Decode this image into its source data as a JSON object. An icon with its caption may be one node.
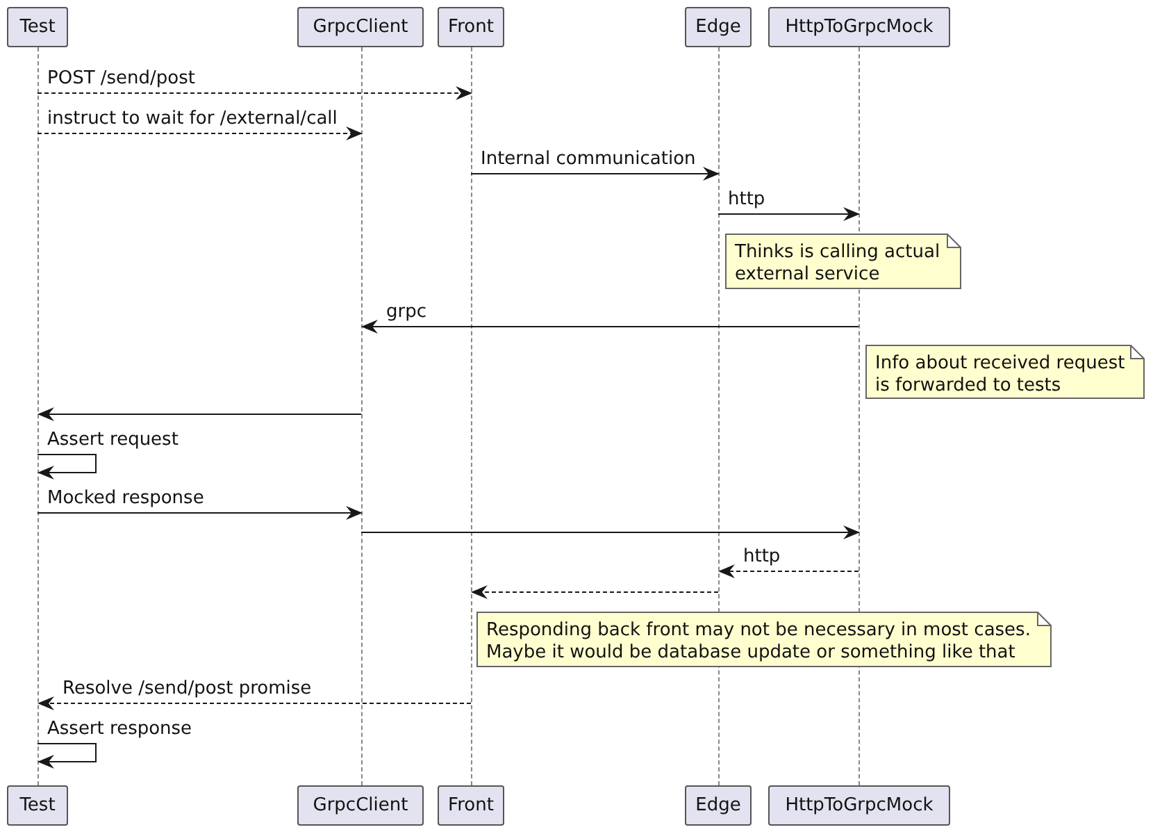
{
  "diagram": {
    "nodes": [
      {
        "text": [
          "Test"
        ]
      },
      {
        "text": [
          "GrpcClient"
        ]
      },
      {
        "text": [
          "Front"
        ]
      },
      {
        "text": [
          "Edge"
        ]
      },
      {
        "text": [
          "HttpToGrpcMock"
        ]
      },
      {
        "text": [
          "Thinks is calling actual external service"
        ]
      },
      {
        "text": [
          "Info about received request is forwarded to tests"
        ]
      },
      {
        "text": [
          "Responding back front may not be necessary in most cases. Maybe it would be database update or something like that"
        ]
      },
      {
        "text": [
          "Test"
        ]
      },
      {
        "text": [
          "GrpcClient"
        ]
      },
      {
        "text": [
          "Front"
        ]
      },
      {
        "text": [
          "Edge"
        ]
      },
      {
        "text": [
          "HttpToGrpcMock"
        ]
      },
      {
        "text": [],
        "shape": "line"
      },
      {
        "text": [],
        "shape": "line"
      },
      {
        "text": [],
        "shape": "line"
      },
      {
        "text": [],
        "shape": "line"
      },
      {
        "text": [],
        "shape": "line"
      }
    ],
    "edges": [
      {
        "from": 13,
        "to": 15,
        "arrow": "to",
        "label": "POST /send/post",
        "style": "dashed"
      },
      {
        "from": 13,
        "to": 14,
        "arrow": "to",
        "label": "instruct to wait for /external/call",
        "style": "dashed"
      },
      {
        "from": 15,
        "to": 16,
        "arrow": "to",
        "label": "Internal communication"
      },
      {
        "from": 16,
        "to": 17,
        "arrow": "to",
        "label": "http"
      },
      {
        "from": 17,
        "to": 14,
        "arrow": "to",
        "label": "grpc"
      },
      {
        "from": 14,
        "to": 13,
        "arrow": "to"
      },
      {
        "from": 13,
        "to": 13,
        "arrow": "to",
        "label": "Assert request"
      },
      {
        "from": 13,
        "to": 14,
        "arrow": "to",
        "label": "Mocked response"
      },
      {
        "from": 14,
        "to": 17,
        "arrow": "to"
      },
      {
        "from": 17,
        "to": 16,
        "arrow": "to",
        "label": "http",
        "style": "dashed"
      },
      {
        "from": 16,
        "to": 15,
        "arrow": "to",
        "style": "dashed"
      },
      {
        "from": 15,
        "to": 13,
        "arrow": "to",
        "label": "Resolve /send/post promise",
        "style": "dashed"
      },
      {
        "from": 13,
        "to": 13,
        "arrow": "to",
        "label": "Assert response"
      }
    ]
  }
}
